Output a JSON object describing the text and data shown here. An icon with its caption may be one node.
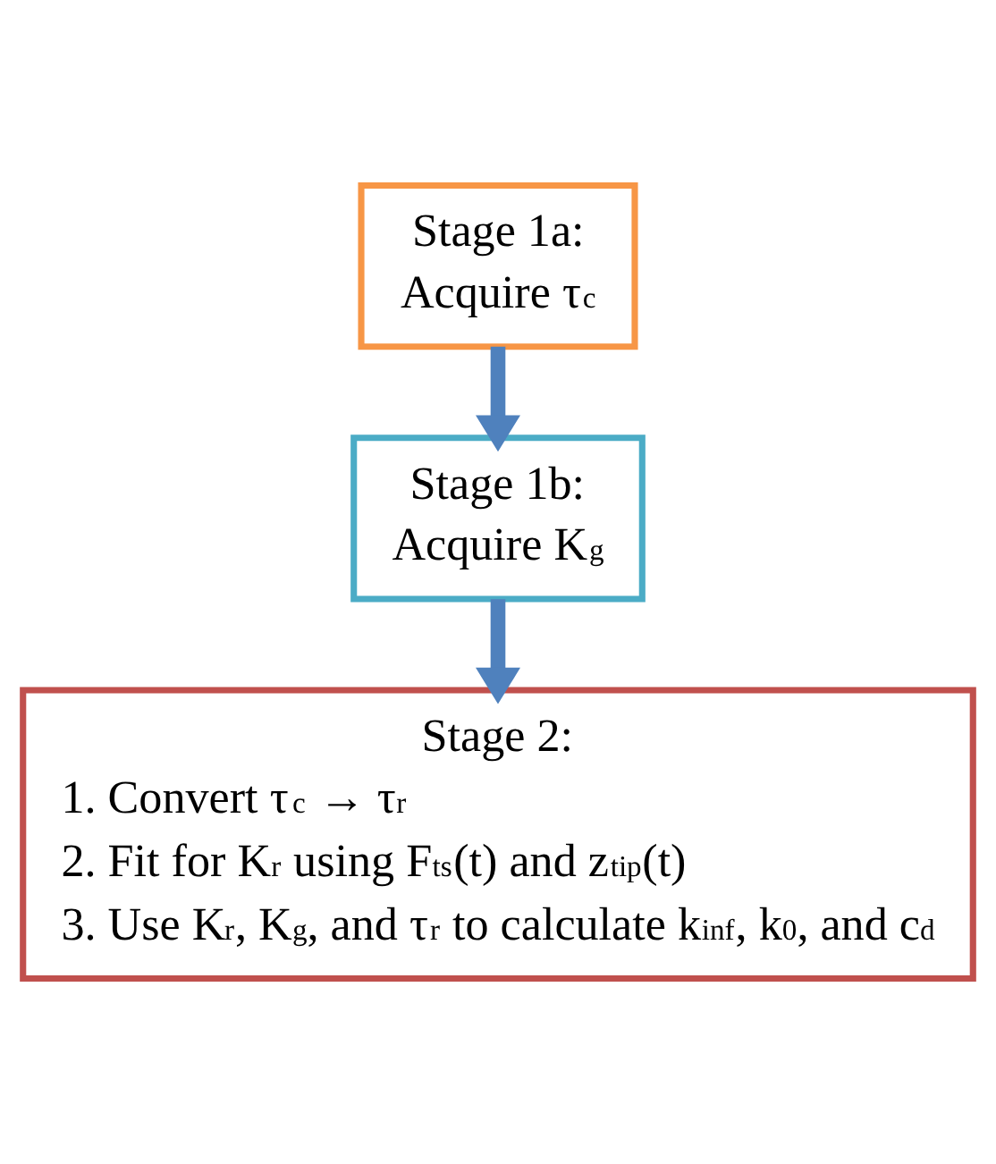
{
  "diagram": {
    "nodes": [
      {
        "text": [
          "Stage 1a:",
          "Acquire τ$_{c}$"
        ]
      },
      {
        "text": [
          "Stage 1b:",
          "Acquire K$_{g}$"
        ]
      },
      {
        "text": [
          "Stage 2:",
          "1. Convert τ$_{c}$ → τ$_{r}$",
          "2. Fit for K$_{r}$ using F$_{ts}$(t) and z$_{tip}$(t)",
          "3. Use K$_{r}$, K$_{g}$, and τ$_{r}$ to calculate k$_{inf}$, k$_{0}$, and c$_{d}$"
        ]
      }
    ],
    "edges": [
      {
        "from": 0,
        "to": 1,
        "arrow": "to"
      },
      {
        "from": 1,
        "to": 2,
        "arrow": "to"
      }
    ]
  }
}
